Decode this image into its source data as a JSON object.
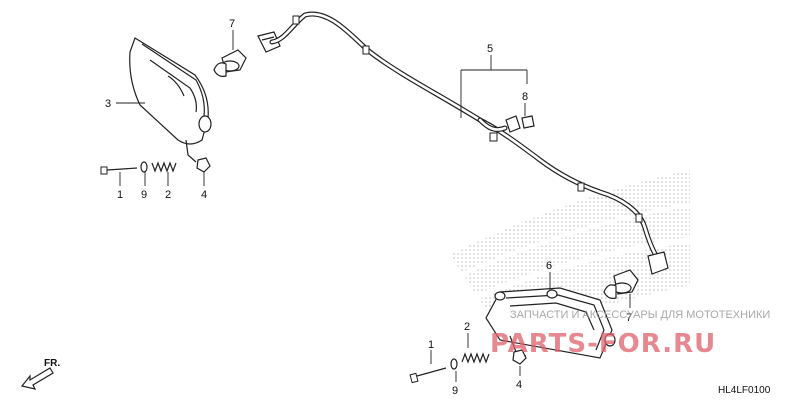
{
  "diagram": {
    "callouts": {
      "c1_top": "1",
      "c9_top": "9",
      "c2_top": "2",
      "c4_top": "4",
      "c3": "3",
      "c7_top": "7",
      "c5": "5",
      "c8": "8",
      "c6": "6",
      "c7_bottom": "7",
      "c2_bottom": "2",
      "c1_bottom": "1",
      "c9_bottom": "9",
      "c4_bottom": "4"
    },
    "ref_code": "HL4LF0100",
    "front_label": "FR."
  },
  "watermark": {
    "tagline": "ЗАПЧАСТИ И АКСЕССУАРЫ ДЛЯ МОТОТЕХНИКИ",
    "brand": "PARTS-FOR.RU"
  },
  "colors": {
    "line": "#222222",
    "watermark_red": "#e0606a",
    "halftone": "#bdbdbd"
  }
}
